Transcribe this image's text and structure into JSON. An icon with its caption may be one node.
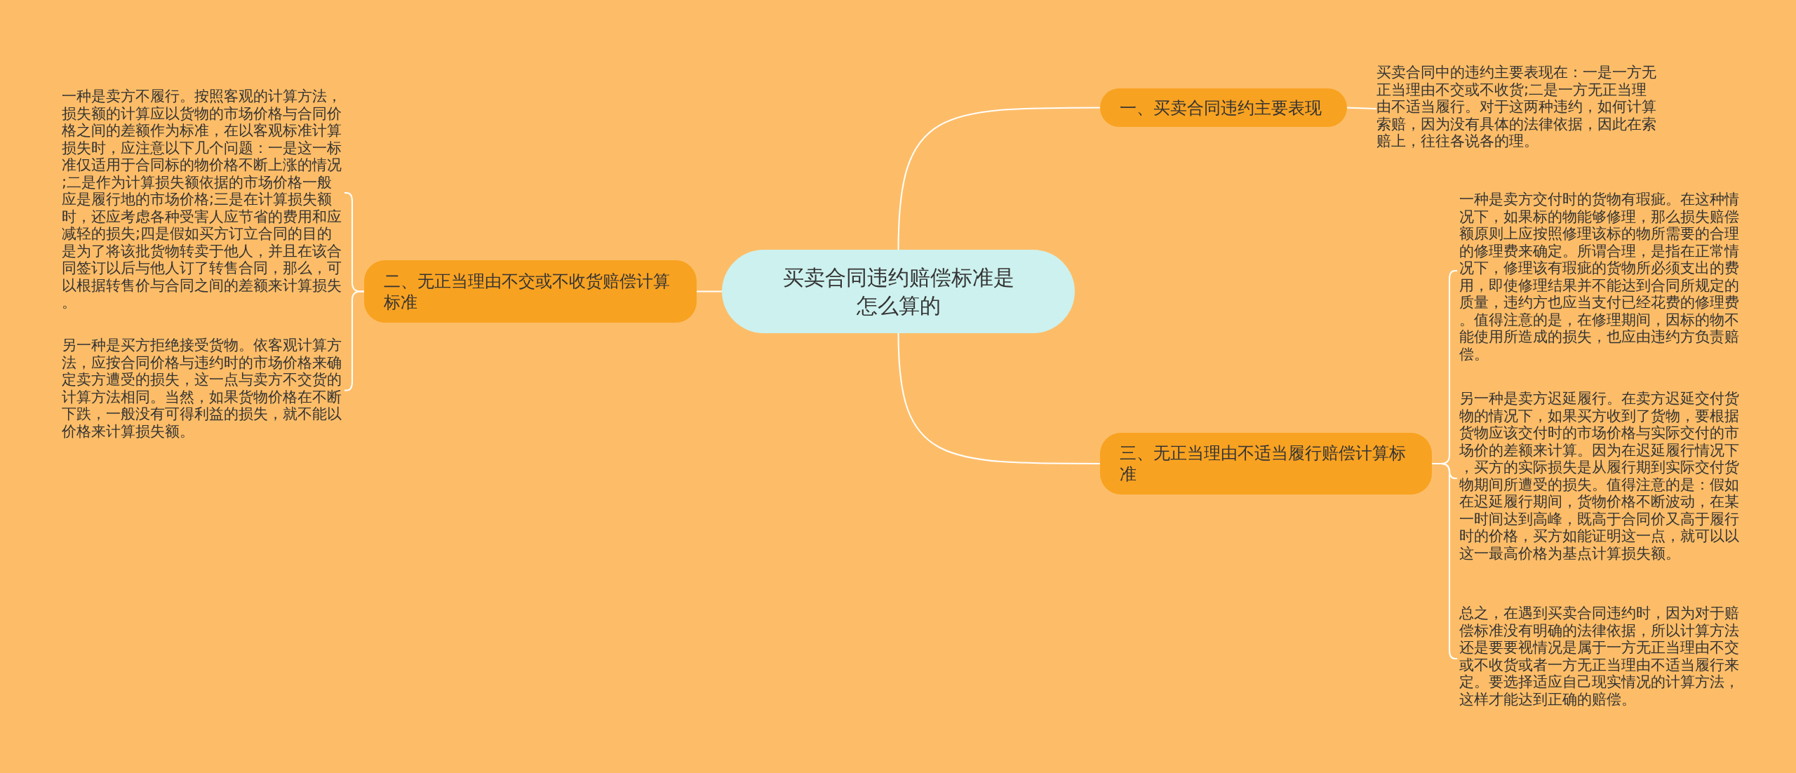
{
  "diagram": {
    "nodes": [
      {
        "text": [
          "买卖合同违约赔偿标准是怎么算的"
        ]
      },
      {
        "text": [
          "一、买卖合同违约主要表现"
        ]
      },
      {
        "text": [
          "买卖合同中的违约主要表现在：一是一方无正当理由不交或不收货;二是一方无正当理由不适当履行。对于这两种违约，如何计算索赔，因为没有具体的法律依据，因此在索赔上，往往各说各的理。"
        ]
      },
      {
        "text": [
          "二、无正当理由不交或不收货赔偿计算标准"
        ]
      },
      {
        "text": [
          "一种是卖方不履行。按照客观的计算方法，损失额的计算应以货物的市场价格与合同价格之间的差额作为标准，在以客观标准计算损失时，应注意以下几个问题：一是这一标准仅适用于合同标的物价格不断上涨的情况;二是作为计算损失额依据的市场价格一般应是履行地的市场价格;三是在计算损失额时，还应考虑各种受害人应节省的费用和应减轻的损失;四是假如买方订立合同的目的是为了将该批货物转卖于他人，并且在该合同签订以后与他人订了转售合同，那么，可以根据转售价与合同之间的差额来计算损失。"
        ]
      },
      {
        "text": [
          "另一种是买方拒绝接受货物。依客观计算方法，应按合同价格与违约时的市场价格来确定卖方遭受的损失，这一点与卖方不交货的计算方法相同。当然，如果货物价格在不断下跌，一般没有可得利益的损失，就不能以价格来计算损失额。"
        ]
      },
      {
        "text": [
          "三、无正当理由不适当履行赔偿计算标准"
        ]
      },
      {
        "text": [
          "一种是卖方交付时的货物有瑕疵。在这种情况下，如果标的物能够修理，那么损失赔偿额原则上应按照修理该标的物所需要的合理的修理费来确定。所谓合理，是指在正常情况下，修理该有瑕疵的货物所必须支出的费用，即使修理结果并不能达到合同所规定的质量，违约方也应当支付已经花费的修理费。值得注意的是，在修理期间，因标的物不能使用所造成的损失，也应由违约方负责赔偿。"
        ]
      },
      {
        "text": [
          "另一种是卖方迟延履行。在卖方迟延交付货物的情况下，如果买方收到了货物，要根据货物应该交付时的市场价格与实际交付的市场价的差额来计算。因为在迟延履行情况下，买方的实际损失是从履行期到实际交付货物期间所遭受的损失。值得注意的是：假如在迟延履行期间，货物价格不断波动，在某一时间达到高峰，既高于合同价又高于履行时的价格，买方如能证明这一点，就可以以这一最高价格为基点计算损失额。"
        ]
      },
      {
        "text": [
          "总之，在遇到买卖合同违约时，因为对于赔偿标准没有明确的法律依据，所以计算方法还是要要视情况是属于一方无正当理由不交或不收货或者一方无正当理由不适当履行来定。要选择适应自己现实情况的计算方法，这样才能达到正确的赔偿。"
        ]
      }
    ],
    "edges": [
      {
        "from": 0,
        "to": 1,
        "arrow": "none"
      },
      {
        "from": 1,
        "to": 2,
        "arrow": "none"
      },
      {
        "from": 0,
        "to": 3,
        "arrow": "none"
      },
      {
        "from": 3,
        "to": 4,
        "arrow": "none"
      },
      {
        "from": 3,
        "to": 5,
        "arrow": "none"
      },
      {
        "from": 0,
        "to": 6,
        "arrow": "none"
      },
      {
        "from": 6,
        "to": 7,
        "arrow": "none"
      },
      {
        "from": 6,
        "to": 8,
        "arrow": "none"
      },
      {
        "from": 6,
        "to": 9,
        "arrow": "none"
      }
    ]
  }
}
